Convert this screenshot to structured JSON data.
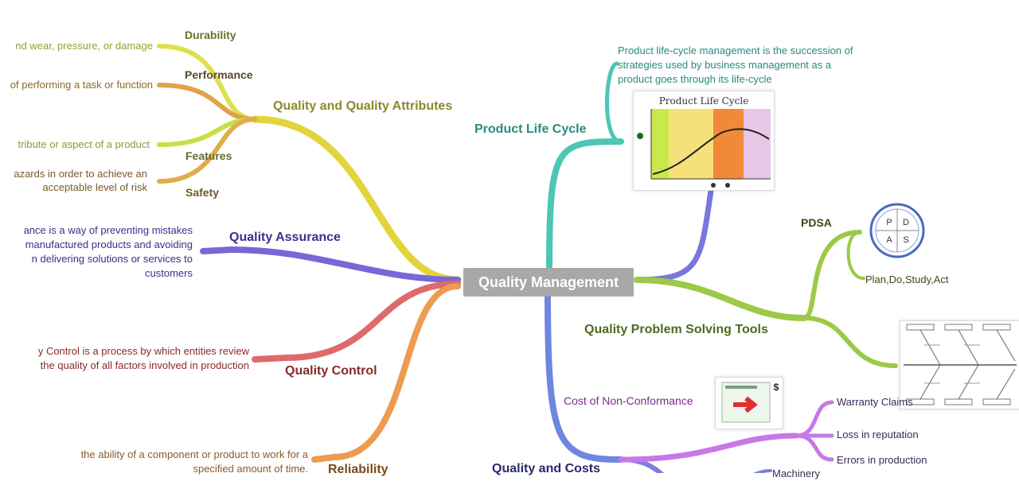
{
  "central": "Quality Management",
  "topics": {
    "qa_attributes": "Quality and Quality Attributes",
    "quality_assurance": "Quality Assurance",
    "quality_control": "Quality Control",
    "reliability": "Reliability",
    "product_life_cycle": "Product Life Cycle",
    "problem_solving": "Quality Problem Solving Tools",
    "quality_costs": "Quality and Costs"
  },
  "attributes": {
    "durability": "Durability",
    "durability_desc": "nd wear, pressure, or damage",
    "performance": "Performance",
    "performance_desc": "of performing a task or function",
    "features": "Features",
    "features_desc": "tribute or aspect of a product",
    "safety": "Safety",
    "safety_desc_1": "azards in order to achieve an",
    "safety_desc_2": "acceptable level of risk"
  },
  "assurance_desc": [
    "ance is a way of preventing mistakes",
    "manufactured products and avoiding",
    "n delivering solutions or services to",
    "customers"
  ],
  "control_desc": [
    "y Control is a process by which entities review",
    "the quality of all factors involved in production"
  ],
  "reliability_desc": [
    "the ability of a component or product to work for a",
    "specified amount of time."
  ],
  "plc_desc": [
    "Product life-cycle management is the succession of",
    "strategies used by business management as a",
    "product goes through its life-cycle"
  ],
  "plc_image": {
    "title": "Product Life Cycle"
  },
  "pdsa": {
    "label": "PDSA",
    "desc": "Plan,Do,Study,Act",
    "letters": [
      "P",
      "D",
      "A",
      "S"
    ]
  },
  "costs": {
    "non_conformance": "Cost of Non-Conformance",
    "warranty": "Warranty Claims",
    "reputation": "Loss in reputation",
    "errors": "Errors in production",
    "machinery": "Machinery",
    "dollar": "$"
  },
  "colors": {
    "yellow": "#e2d43a",
    "yellow_green": "#c9df45",
    "orange_light": "#e0a24a",
    "purple": "#7867d6",
    "red": "#de6a6a",
    "orange": "#ec9b50",
    "teal": "#4cc6b5",
    "blue_purple": "#7777dd",
    "green": "#9cc947",
    "blue": "#6e86e0",
    "violet": "#c678e8"
  }
}
